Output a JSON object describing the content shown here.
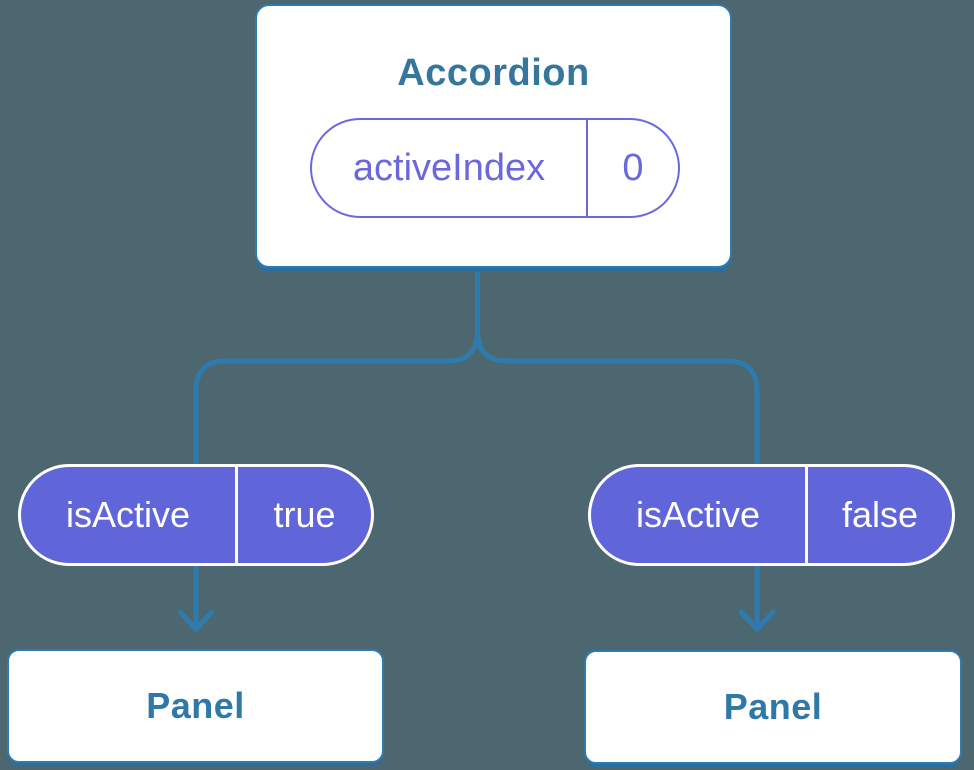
{
  "background_color": "#4D6771",
  "colors": {
    "connector_blue": "#2F7BAD",
    "node_border_blue": "#2E7BAD",
    "node_shadow_blue": "#2B6FA0",
    "heading_blue": "#35769E",
    "panel_text_blue": "#2F78A8",
    "purple_outline": "#6B68DE",
    "purple_fill": "#6065DA",
    "node_fill": "#FFFFFF"
  },
  "tree": {
    "root": {
      "title": "Accordion",
      "state": {
        "name": "activeIndex",
        "value": "0"
      }
    },
    "children": [
      {
        "prop": {
          "name": "isActive",
          "value": "true"
        },
        "title": "Panel"
      },
      {
        "prop": {
          "name": "isActive",
          "value": "false"
        },
        "title": "Panel"
      }
    ]
  }
}
